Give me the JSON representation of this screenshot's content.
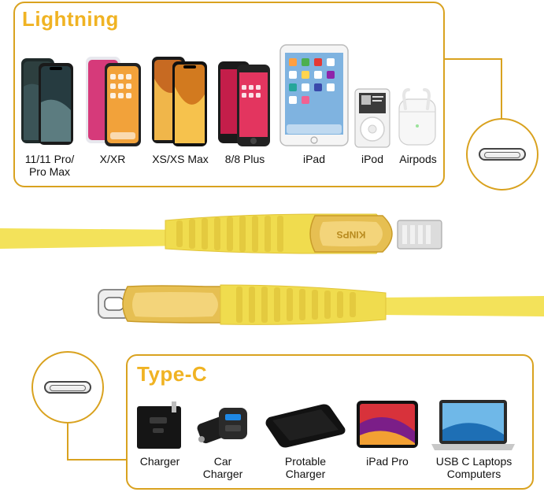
{
  "lightning_panel": {
    "title": "Lightning",
    "devices": [
      {
        "label_line1": "11/11 Pro/",
        "label_line2": "Pro Max",
        "icon": "iphone-11-icon"
      },
      {
        "label_line1": "X/XR",
        "label_line2": "",
        "icon": "iphone-x-icon"
      },
      {
        "label_line1": "XS/XS Max",
        "label_line2": "",
        "icon": "iphone-xs-icon"
      },
      {
        "label_line1": "8/8 Plus",
        "label_line2": "",
        "icon": "iphone-8-icon"
      },
      {
        "label_line1": "iPad",
        "label_line2": "",
        "icon": "ipad-icon"
      },
      {
        "label_line1": "iPod",
        "label_line2": "",
        "icon": "ipod-icon"
      },
      {
        "label_line1": "Airpods",
        "label_line2": "",
        "icon": "airpods-icon"
      }
    ]
  },
  "cable": {
    "brand": "KINPS",
    "color": "#f3e25a",
    "accent": "#d9a21f"
  },
  "typec_panel": {
    "title": "Type-C",
    "devices": [
      {
        "label_line1": "Charger",
        "label_line2": "",
        "icon": "wall-charger-icon"
      },
      {
        "label_line1": "Car",
        "label_line2": "Charger",
        "icon": "car-charger-icon"
      },
      {
        "label_line1": "Protable",
        "label_line2": "Charger",
        "icon": "power-bank-icon"
      },
      {
        "label_line1": "iPad Pro",
        "label_line2": "",
        "icon": "ipad-pro-icon"
      },
      {
        "label_line1": "USB C Laptops",
        "label_line2": "Computers",
        "icon": "laptop-icon"
      }
    ]
  }
}
